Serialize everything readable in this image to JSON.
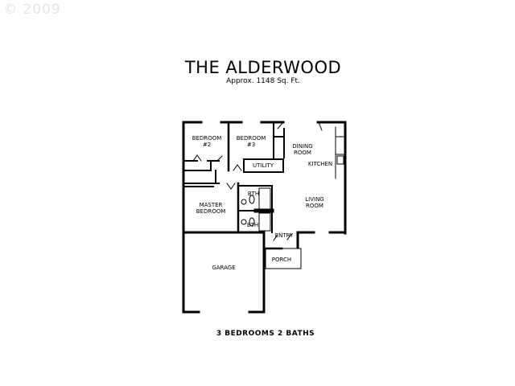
{
  "watermark": "© 2009",
  "title": "THE ALDERWOOD",
  "subtitle": "Approx. 1148 Sq. Ft.",
  "summary": "3 BEDROOMS 2 BATHS",
  "rooms": {
    "bedroom2": [
      "BEDROOM",
      "#2"
    ],
    "bedroom3": [
      "BEDROOM",
      "#3"
    ],
    "dining": [
      "DINING",
      "ROOM"
    ],
    "kitchen": "KITCHEN",
    "utility": "UTILITY",
    "bath1": "BTH",
    "living": [
      "LIVING",
      "ROOM"
    ],
    "master": [
      "MASTER",
      "BEDROOM"
    ],
    "bath2": "BTH",
    "entry": "ENTRY",
    "porch": "PORCH",
    "garage": "GARAGE"
  }
}
